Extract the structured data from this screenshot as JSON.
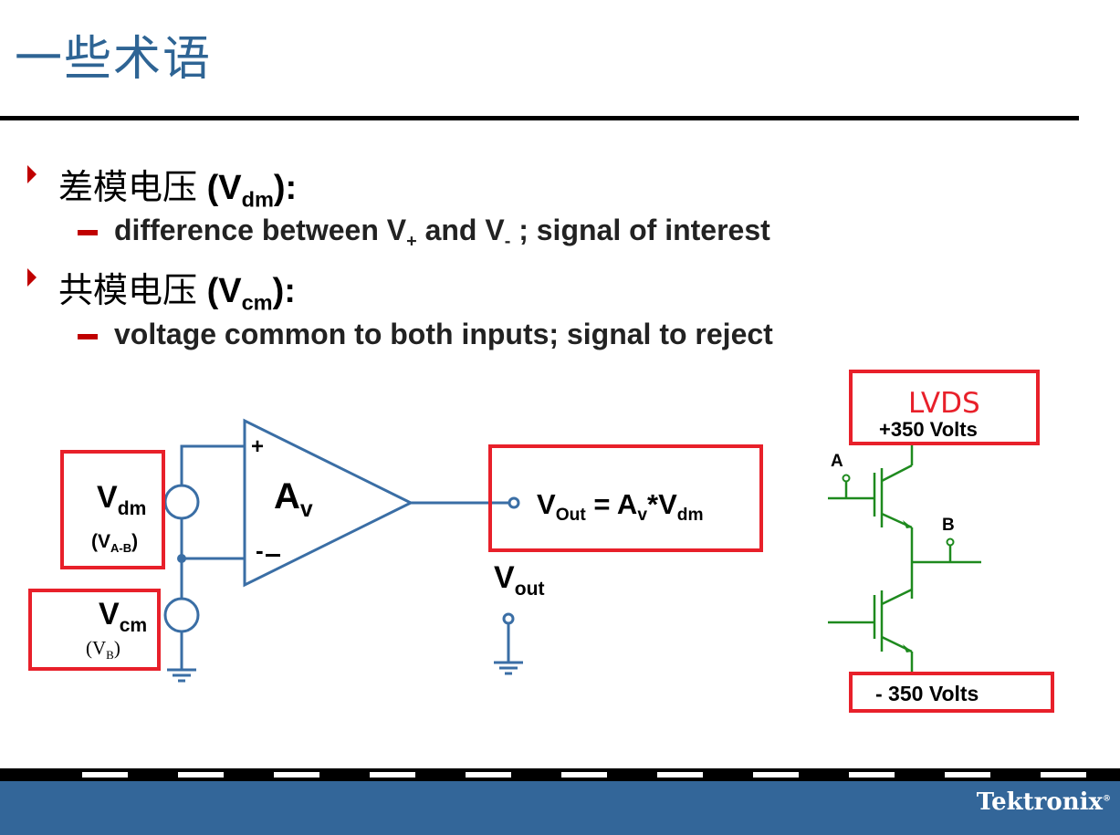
{
  "slide": {
    "title": "一些术语"
  },
  "bullets": [
    {
      "label_zh": "差模电压",
      "symbol_prefix": "(V",
      "symbol_sub": "dm",
      "symbol_suffix": "):",
      "detail": {
        "part1": "difference between V",
        "sub1": "+",
        "part2": " and V",
        "sub2": "-",
        "part3": " ; signal of interest"
      }
    },
    {
      "label_zh": "共模电压",
      "symbol_prefix": "(V",
      "symbol_sub": "cm",
      "symbol_suffix": "):",
      "detail": {
        "text": " voltage common to both inputs; signal to reject"
      }
    }
  ],
  "diagram": {
    "vdm": {
      "main": "V",
      "sub": "dm",
      "note_main": "(V",
      "note_sub": "A-B",
      "note_end": ")"
    },
    "vcm": {
      "main": "V",
      "sub": "cm",
      "note_main": "(V",
      "note_sub": "B",
      "note_end": ")"
    },
    "amp": {
      "main": "A",
      "sub": "v",
      "plus": "+",
      "minus": "-"
    },
    "formula": {
      "v": "V",
      "vsub": "Out",
      "eq": " = A",
      "asub": "v",
      "mul": "*V",
      "dmsub": "dm"
    },
    "vout": {
      "main": "V",
      "sub": "out"
    },
    "lvds": {
      "title": "LVDS",
      "top_supply": "+350 Volts",
      "bottom_supply": "- 350 Volts",
      "node_a": "A",
      "node_b": "B"
    }
  },
  "footer": {
    "brand": "Tektronix",
    "reg": "®"
  },
  "colors": {
    "title": "#2e6494",
    "accent_red": "#c00000",
    "box_red": "#e8202a",
    "circuit_blue": "#3a6ea5",
    "circuit_green": "#1e8a1e",
    "footer_blue": "#336699"
  }
}
